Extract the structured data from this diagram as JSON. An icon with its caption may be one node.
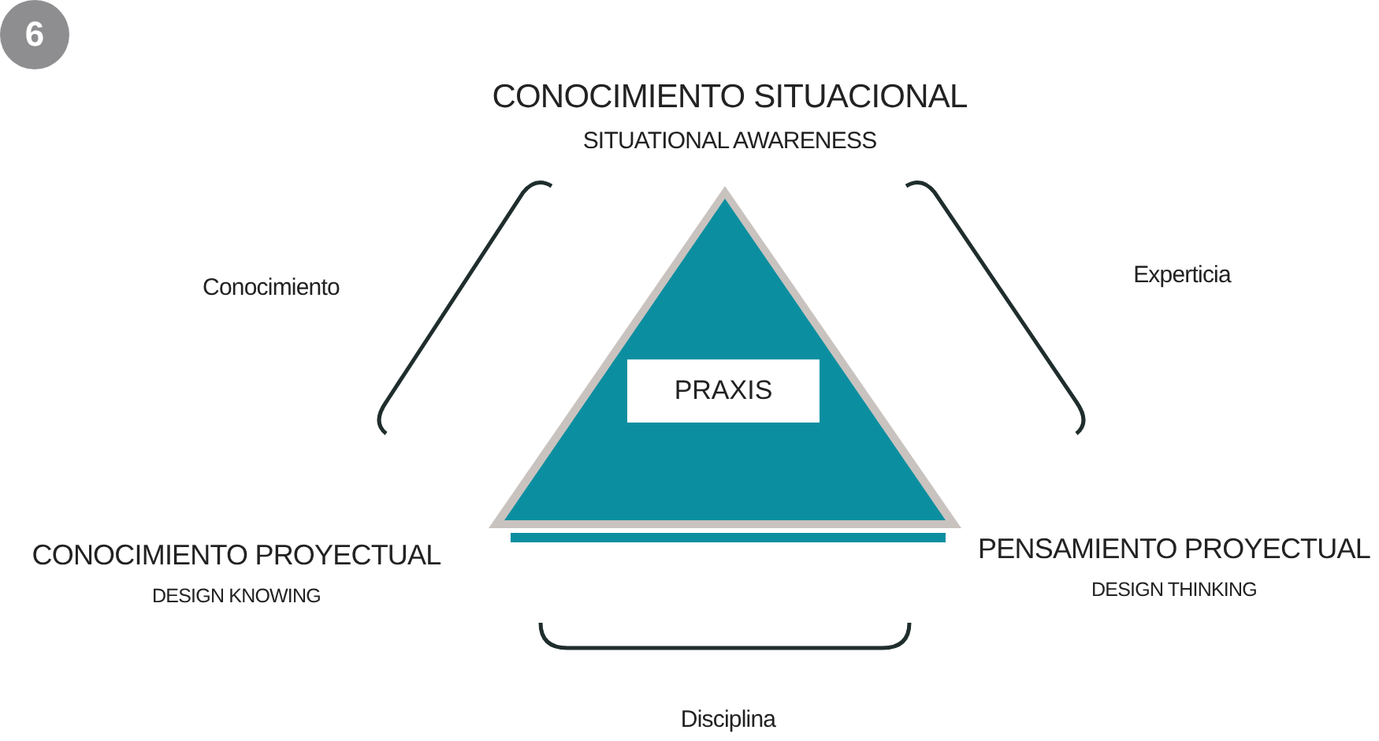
{
  "diagram": {
    "nodes": [
      {
        "text": [],
        "shape": "triangle"
      },
      {
        "text": [
          "PRAXIS"
        ],
        "in": 0
      }
    ],
    "labels": [
      "6",
      "CONOCIMIENTO SITUACIONAL",
      "SITUATIONAL AWARENESS",
      "Conocimiento",
      "Experticia",
      "CONOCIMIENTO PROYECTUAL",
      "DESIGN KNOWING",
      "PENSAMIENTO PROYECTUAL",
      "DESIGN THINKING",
      "Disciplina"
    ]
  }
}
